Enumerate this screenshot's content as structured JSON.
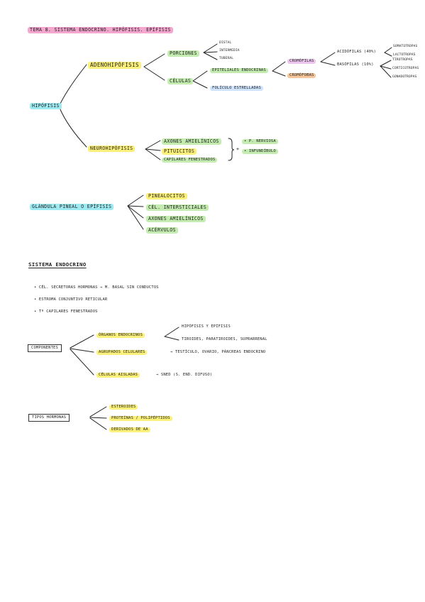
{
  "title": "TEMA 8. SISTEMA ENDOCRINO. HIPÓFISIS. EPÍFISIS",
  "hipofisis": {
    "root": "HIPÓFISIS",
    "adeno": {
      "label": "ADENOHIPÓFISIS",
      "porciones": {
        "label": "PORCIONES",
        "items": [
          "DISTAL",
          "INTERMEDIA",
          "TUBERAL"
        ]
      },
      "celulas": {
        "label": "CÉLULAS",
        "epiteliales": "EPITELIALES ENDOCRINAS",
        "foliculo": "FOLÍCULO ESTRELLADAS",
        "cromofilas": {
          "label": "CROMÓFILAS",
          "acidofilas": {
            "label": "ACIDÓFILAS (40%)",
            "items": [
              "SOMATOTROPAS",
              "LACTOTROPAS"
            ]
          },
          "basofilas": {
            "label": "BASÓFILAS (10%)",
            "items": [
              "TIROTROPAS",
              "CORTICOTROPAS",
              "GONADOTROPAS"
            ]
          }
        },
        "cromofobas": "CROMÓFOBAS"
      }
    },
    "neuro": {
      "label": "NEUROHIPÓFISIS",
      "items": [
        "AXONES AMIELÍNICOS",
        "PITUICITOS",
        "CAPILARES FENESTRADOS"
      ],
      "partes": [
        "• P. NERVIOSA",
        "• INFUNDÍBULO"
      ],
      "plus": "+"
    }
  },
  "pineal": {
    "root": "GLÁNDULA PINEAL o EPÍFISIS",
    "items": [
      "PINEALOCITOS",
      "CÉL. INTERSTICIALES",
      "AXONES AMIELÍNICOS",
      "ACÉRVULOS"
    ]
  },
  "sistema": {
    "heading": "SISTEMA ENDOCRINO",
    "bullets": [
      "• CÉL. SECRETORAS HORMONAS → M. BASAL SIN CONDUCTOS",
      "• ESTROMA CONJUNTIVO RETICULAR",
      "• Tº CAPILARES FENESTRADOS"
    ],
    "componentes": {
      "label": "COMPONENTES",
      "organos": {
        "label": "ÓRGANOS ENDOCRINOS",
        "items": [
          "HIPÓFISIS y EPÍFISIS",
          "TIROIDES, PARATIROIDES, SUPRARRENAL"
        ]
      },
      "agrupados": {
        "label": "AGRUPADOS CELULARES",
        "target": "→ TESTÍCULO, OVARIO, PÁNCREAS ENDOCRINO"
      },
      "aisladas": {
        "label": "CÉLULAS AISLADAS",
        "target": "→ SNED (S. END. DIFUSO)"
      }
    },
    "tipos": {
      "label": "TIPOS HORMONAS",
      "items": [
        "ESTEROIDES",
        "PROTEÍNAS / POLIPÉPTIDOS",
        "DERIVADOS DE AA"
      ]
    }
  }
}
